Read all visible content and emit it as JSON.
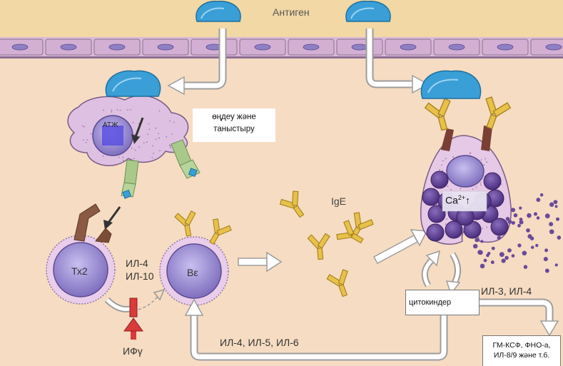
{
  "labels": {
    "antigen": "Антиген",
    "processing_line1": "өңдеу және",
    "processing_line2": "таныстыру",
    "apc": "АТЖ",
    "th2": "Тх2",
    "th2_cytokines_line1": "ИЛ-4",
    "th2_cytokines_line2": "ИЛ-10",
    "b_cell": "Bε",
    "ifn_gamma": "ИФγ",
    "ige": "IgE",
    "calcium": "Ca",
    "calcium_sup": "2+",
    "calcium_arrow": "↑",
    "cytokines_box": "цитокиндер",
    "mast_cytokines": "ИЛ-3, ИЛ-4",
    "feedback_cytokines": "ИЛ-4, ИЛ-5, ИЛ-6",
    "mediators_line1": "ГМ-КСФ, ФНО-а,",
    "mediators_line2": "ИЛ-8/9 және т.б."
  },
  "colors": {
    "background": "#f6dcc2",
    "epithelium_top": "#f1d8a4",
    "epithelium_cells": "#c8a9cf",
    "antigen": "#3a9fd6",
    "cell_purple": "#a79ad4",
    "cell_pink": "#e3c7e4",
    "antibody": "#e8c14a",
    "receptor": "#8b5a44",
    "inhibit": "#d93a3a"
  }
}
